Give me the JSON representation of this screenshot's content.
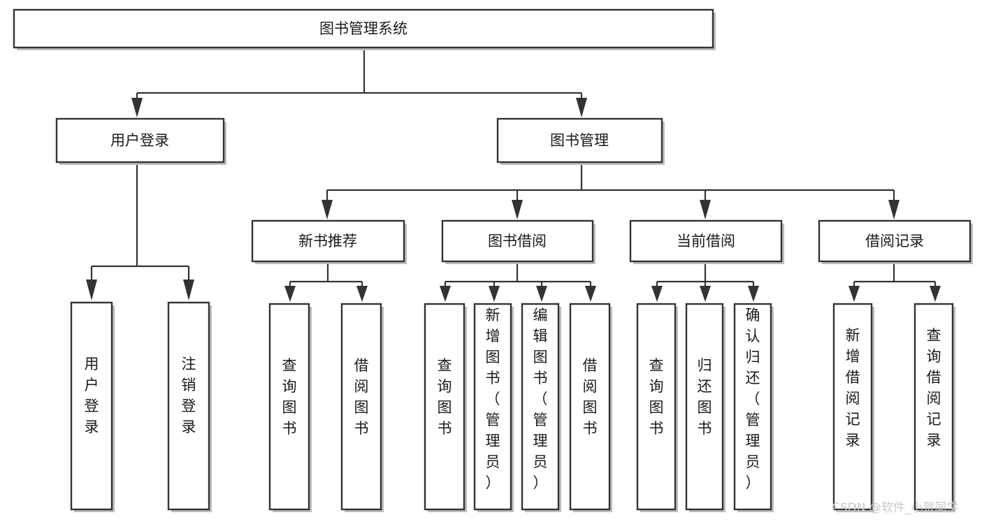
{
  "diagram": {
    "title": "图书管理系统",
    "type": "tree",
    "background": "#ffffff",
    "box_stroke": "#333333",
    "box_fill": "#ffffff",
    "text_color": "#1a1a1a",
    "watermark_color": "#c9c9c9"
  },
  "nodes": {
    "root": {
      "label": "图书管理系统"
    },
    "level2": [
      {
        "label": "用户登录"
      },
      {
        "label": "图书管理"
      }
    ],
    "level3": [
      {
        "label": "新书推荐"
      },
      {
        "label": "图书借阅"
      },
      {
        "label": "当前借阅"
      },
      {
        "label": "借阅记录"
      }
    ],
    "leaves_user_login": [
      {
        "lines": [
          "用",
          "户",
          "登",
          "录"
        ]
      },
      {
        "lines": [
          "注",
          "销",
          "登",
          "录"
        ]
      }
    ],
    "leaves_new_books": [
      {
        "lines": [
          "查",
          "询",
          "图",
          "书"
        ]
      },
      {
        "lines": [
          "借",
          "阅",
          "图",
          "书"
        ]
      }
    ],
    "leaves_borrow_books": [
      {
        "lines": [
          "查",
          "询",
          "图",
          "书"
        ]
      },
      {
        "lines": [
          "新",
          "增",
          "图",
          "书",
          "（",
          "管",
          "理",
          "员",
          "）"
        ]
      },
      {
        "lines": [
          "编",
          "辑",
          "图",
          "书",
          "（",
          "管",
          "理",
          "员",
          "）"
        ]
      },
      {
        "lines": [
          "借",
          "阅",
          "图",
          "书"
        ]
      }
    ],
    "leaves_current_borrow": [
      {
        "lines": [
          "查",
          "询",
          "图",
          "书"
        ]
      },
      {
        "lines": [
          "归",
          "还",
          "图",
          "书"
        ]
      },
      {
        "lines": [
          "确",
          "认",
          "归",
          "还",
          "（",
          "管",
          "理",
          "员",
          "）"
        ]
      }
    ],
    "leaves_borrow_records": [
      {
        "lines": [
          "新",
          "增",
          "借",
          "阅",
          "记",
          "录"
        ]
      },
      {
        "lines": [
          "查",
          "询",
          "借",
          "阅",
          "记",
          "录"
        ]
      }
    ]
  },
  "watermark": {
    "text": "CSDN @软件_小贺同学"
  }
}
